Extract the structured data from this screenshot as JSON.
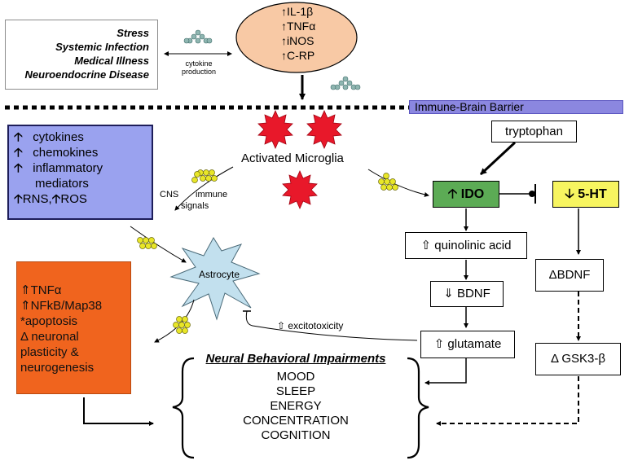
{
  "colors": {
    "ellipse_fill": "#f8c9a5",
    "barrier_fill": "#8b87e0",
    "blue_box": "#9aa2ef",
    "orange_box": "#f0641e",
    "ido_green": "#5cab55",
    "ht_yellow": "#f7f560",
    "microglia_red": "#e8182a",
    "astrocyte_fill": "#c2e0ee",
    "cytokine_dot_teal": "#8fb6b1",
    "cytokine_dot_yellow": "#e8e628"
  },
  "stress": {
    "lines": [
      "Stress",
      "Systemic Infection",
      "Medical Illness",
      "Neuroendocrine Disease"
    ]
  },
  "cytokine_production": {
    "line1": "cytokine",
    "line2": "production"
  },
  "ellipse": {
    "arrow_icon": "up-arrow-icon",
    "items": [
      "IL-1β",
      "TNFα",
      "iNOS",
      "C-RP"
    ]
  },
  "barrier": {
    "label": "Immune-Brain Barrier"
  },
  "microglia": {
    "label": "Activated Microglia"
  },
  "blue_box": {
    "items": [
      "cytokines",
      "chemokines",
      "inflammatory",
      "mediators"
    ],
    "last_row": {
      "a": "RNS,",
      "b": "ROS"
    }
  },
  "cns_signals": {
    "part1": "CNS",
    "part2": "immune",
    "part3": "signals"
  },
  "astrocyte": {
    "label": "Astrocyte"
  },
  "orange_box": {
    "lines": [
      "⇑TNFα",
      "⇑NFkB/Map38",
      "*apoptosis",
      "Δ neuronal",
      "plasticity &",
      "neurogenesis"
    ]
  },
  "tryptophan": {
    "label": "tryptophan"
  },
  "ido": {
    "label": "IDO"
  },
  "serotonin": {
    "label": "5-HT"
  },
  "quinolinic": {
    "label": "⇧ quinolinic acid"
  },
  "bdnf_down": {
    "label": "⇓ BDNF"
  },
  "glutamate": {
    "label": "⇧ glutamate"
  },
  "excitotoxicity": {
    "label": "⇧ excitotoxicity"
  },
  "delta_bdnf": {
    "label": "ΔBDNF"
  },
  "gsk": {
    "label": "Δ GSK3-β"
  },
  "impairments": {
    "title": "Neural Behavioral Impairments",
    "items": [
      "MOOD",
      "SLEEP",
      "ENERGY",
      "CONCENTRATION",
      "COGNITION"
    ]
  }
}
